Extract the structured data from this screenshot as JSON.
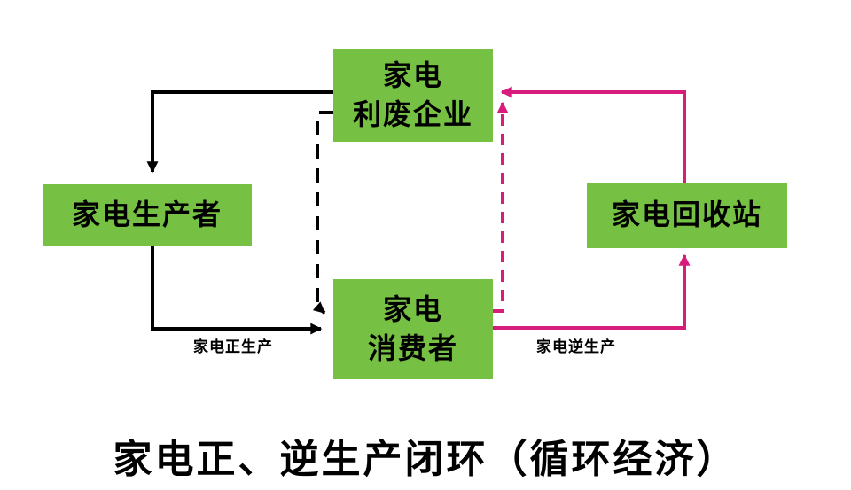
{
  "diagram": {
    "title": "家电正、逆生产闭环（循环经济）",
    "nodes": {
      "recycler": {
        "line1": "家电",
        "line2": "利废企业"
      },
      "producer": {
        "label": "家电生产者"
      },
      "collector": {
        "label": "家电回收站"
      },
      "consumer": {
        "line1": "家电",
        "line2": "消费者"
      }
    },
    "edge_labels": {
      "forward": "家电正生产",
      "reverse": "家电逆生产"
    },
    "colors": {
      "node_fill": "#76C043",
      "forward": "#000000",
      "reverse": "#D81C7C"
    }
  }
}
